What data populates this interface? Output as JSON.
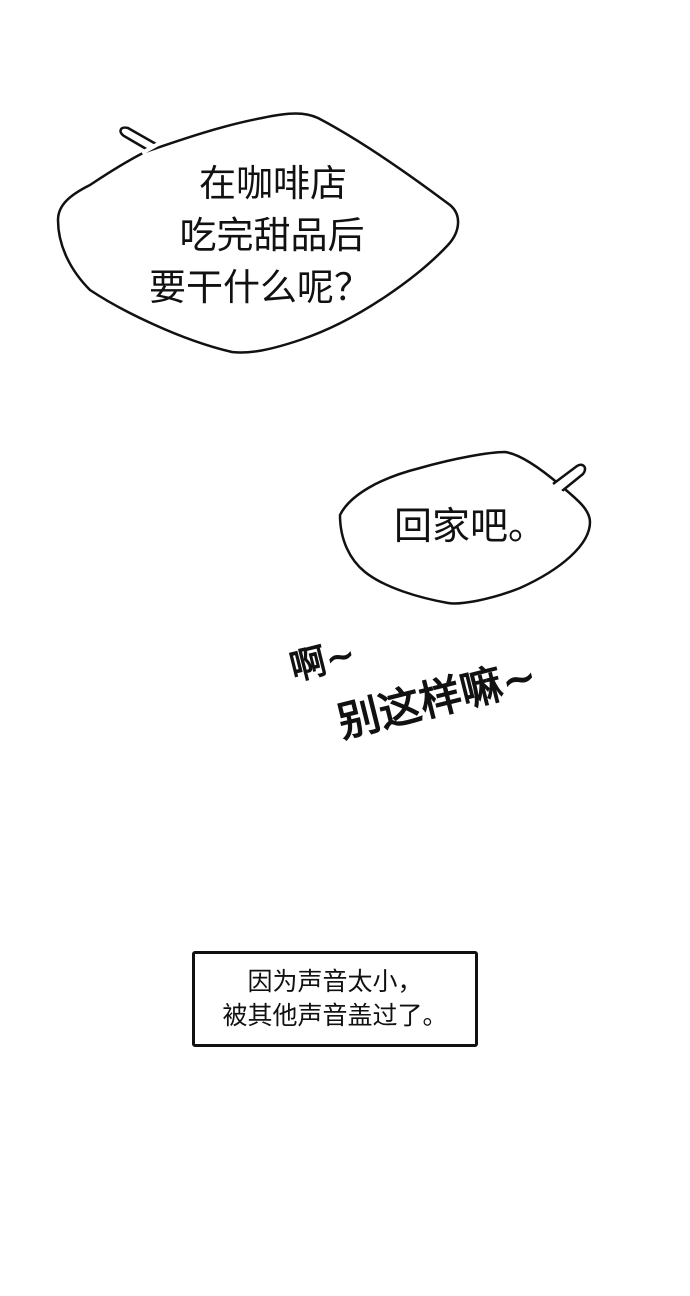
{
  "page": {
    "type": "comic-panel",
    "background_color": "#ffffff",
    "ink_color": "#111111"
  },
  "speech_bubbles": [
    {
      "id": "bubble-1",
      "speaker_tail": "top-left",
      "lines": [
        "在咖啡店",
        "吃完甜品后",
        "要干什么呢？"
      ]
    },
    {
      "id": "bubble-2",
      "speaker_tail": "top-right",
      "lines": [
        "回家吧。"
      ]
    }
  ],
  "sound_effects": [
    {
      "id": "sfx-1",
      "text": "啊~",
      "style": "handwritten"
    },
    {
      "id": "sfx-2",
      "text": "别这样嘛~",
      "style": "handwritten"
    }
  ],
  "caption": {
    "lines": [
      "因为声音太小，",
      "被其他声音盖过了。"
    ]
  }
}
